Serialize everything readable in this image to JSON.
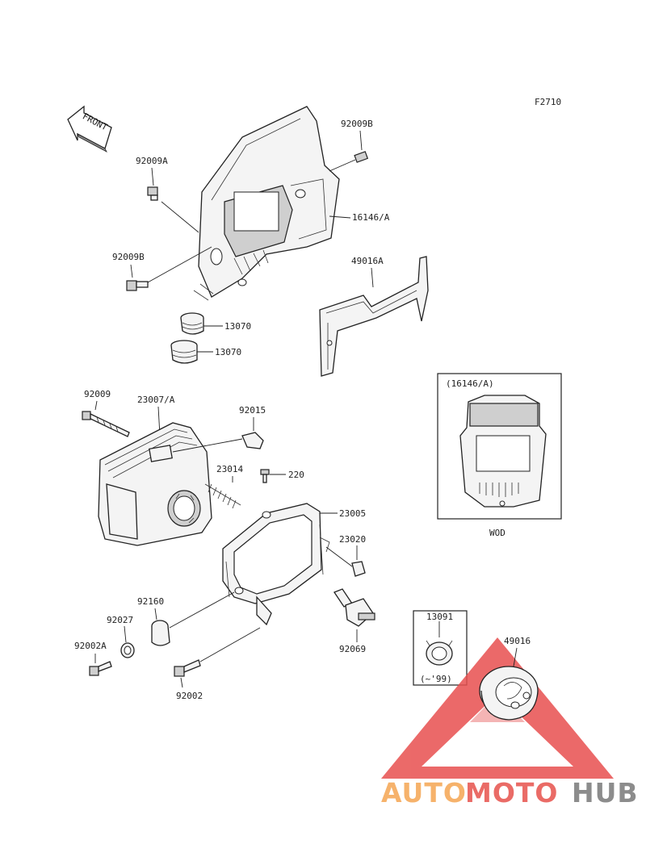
{
  "figure_code": "F2710",
  "front_arrow_text": "FRONT",
  "labels": {
    "p92009B_top": "92009B",
    "p92009A": "92009A",
    "p92009B_left": "92009B",
    "p16146A": "16146/A",
    "p49016A": "49016A",
    "p13070_upper": "13070",
    "p13070_lower": "13070",
    "p92009": "92009",
    "p23007A": "23007/A",
    "p92015": "92015",
    "p23014": "23014",
    "p220": "220",
    "p23005": "23005",
    "p23020": "23020",
    "p92160": "92160",
    "p92027": "92027",
    "p92002A": "92002A",
    "p92002": "92002",
    "p92069": "92069",
    "p13091": "13091",
    "p49016": "49016"
  },
  "inset_wod": {
    "title": "(16146/A)",
    "caption": "WOD"
  },
  "inset_13091": {
    "title": "13091",
    "note": "(~'99)"
  },
  "watermark": {
    "part1": "AUTO",
    "part2": "MOTO",
    "part3": "HUB",
    "colors": {
      "orange": "#f6b26b",
      "red": "#ea6b66",
      "gray": "#8c8c8c",
      "triangle": "#e8504f"
    }
  }
}
